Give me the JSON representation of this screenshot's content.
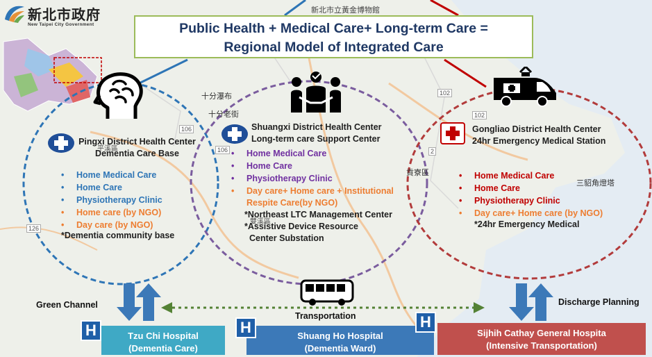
{
  "logo": {
    "name": "新北市政府",
    "sub": "New Taipei City Government"
  },
  "title": {
    "line1": "Public Health + Medical Care+ Long-term Care =",
    "line2": "Regional Model of Integrated Care"
  },
  "map_labels": [
    "十分瀑布",
    "十分老街",
    "貢寮區",
    "三貂角燈塔",
    "平溪區",
    "雙溪區",
    "新北市立黃金博物館",
    "106",
    "102",
    "2",
    "102",
    "106",
    "126"
  ],
  "pingxi": {
    "header": [
      "Pingxi District Health Center",
      "Dementia Care Base"
    ],
    "items": [
      {
        "text": "Home Medical Care",
        "color": "blue"
      },
      {
        "text": "Home Care",
        "color": "blue"
      },
      {
        "text": "Physiotherapy Clinic",
        "color": "blue"
      },
      {
        "text": "Home care (by NGO)",
        "color": "orange"
      },
      {
        "text": "Day care (by NGO)",
        "color": "orange"
      }
    ],
    "note": "*Dementia community base"
  },
  "shuangxi": {
    "header": [
      "Shuangxi District Health Center",
      "Long-term care Support Center"
    ],
    "items": [
      {
        "text": "Home Medical Care",
        "color": "purple"
      },
      {
        "text": "Home Care",
        "color": "purple"
      },
      {
        "text": "Physiotherapy Clinic",
        "color": "purple"
      },
      {
        "text": "Day care+ Home care + Institutional",
        "color": "orange"
      }
    ],
    "item_cont": "Respite Care(by NGO)",
    "notes": [
      "*Northeast  LTC Management Center",
      "*Assistive Device Resource",
      "Center Substation"
    ]
  },
  "gongliao": {
    "header": [
      "Gongliao District Health Center",
      "24hr Emergency Medical Station"
    ],
    "items": [
      {
        "text": "Home Medical Care",
        "color": "red"
      },
      {
        "text": "Home Care",
        "color": "red"
      },
      {
        "text": "Physiotherapy Clinic",
        "color": "red"
      },
      {
        "text": "Day care+ Home care (by NGO)",
        "color": "orange"
      }
    ],
    "note": "*24hr Emergency Medical"
  },
  "labels": {
    "green_channel": "Green Channel",
    "transportation": "Transportation",
    "discharge": "Discharge Planning"
  },
  "hospitals": [
    {
      "name": "Tzu Chi Hospital",
      "sub": "(Dementia Care)"
    },
    {
      "name": "Shuang Ho Hospital",
      "sub": "(Dementia Ward)"
    },
    {
      "name": "Sijhih Cathay General Hospita",
      "sub": "(Intensive Transportation)"
    }
  ],
  "hospital_icon_letter": "H",
  "colors": {
    "blue": "#2e75b6",
    "purple": "#7a5c9e",
    "red": "#b23b3b",
    "green": "#548235",
    "tzuchi": "#3fa9c5",
    "shuangho": "#3c79b8",
    "cathay": "#c0504d",
    "title_border": "#9bbb59"
  }
}
